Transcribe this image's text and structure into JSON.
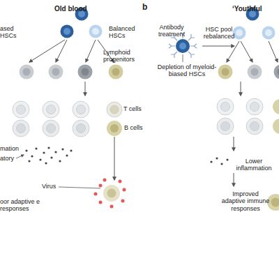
{
  "diagram": {
    "labels": [
      "Old blood",
      "b",
      "‘Youthful",
      "ased HSCs",
      "Balanced HSCs",
      "Antibody treatment",
      "HSC pool rebalanced",
      "Lymphoid progenitors",
      "Depletion of myeloid-biased HSCs",
      "T cells",
      "B cells",
      "mation",
      "atory",
      "Lower inflammation",
      "Virus",
      "oor adaptive e responses",
      "Improved adaptive immune responses"
    ]
  }
}
